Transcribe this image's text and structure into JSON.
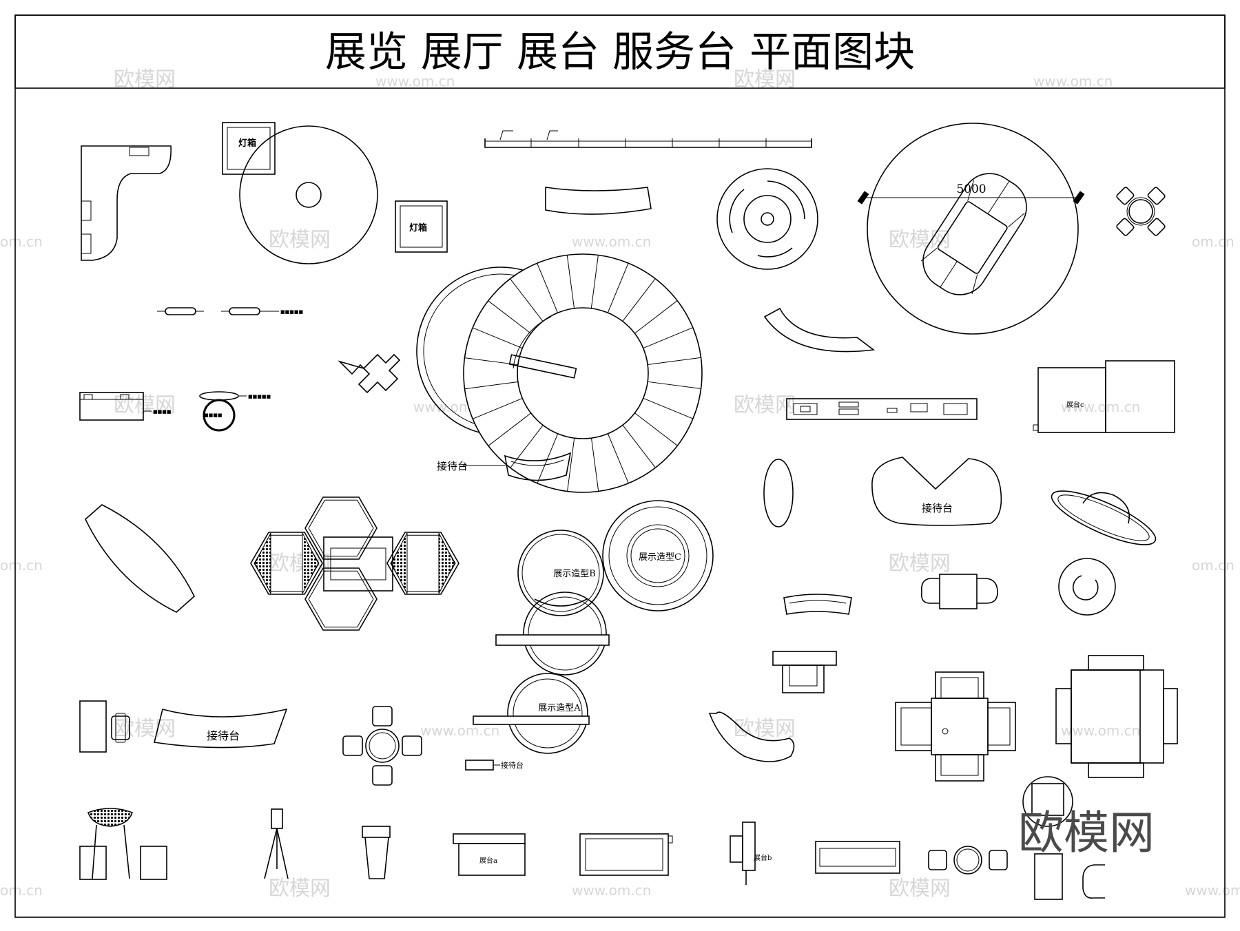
{
  "title": "展览 展厅 展台 服务台 平面图块",
  "labels": {
    "lamp_box_1": "灯箱",
    "lamp_box_2": "灯箱",
    "dimension": "5000",
    "reception_center": "接待台",
    "reception_kidney": "接待台",
    "reception_arc": "接待台",
    "reception_small": "接待台",
    "display_a": "展示造型A",
    "display_b": "展示造型B",
    "display_c": "展示造型C",
    "stand_c": "展台c",
    "stand_a": "展台a",
    "stand_b": "展台b"
  },
  "watermarks": {
    "brand_small": "欧模网",
    "site": "www.om.cn",
    "site_edge": "om.cn",
    "brand_large": "欧模网"
  }
}
